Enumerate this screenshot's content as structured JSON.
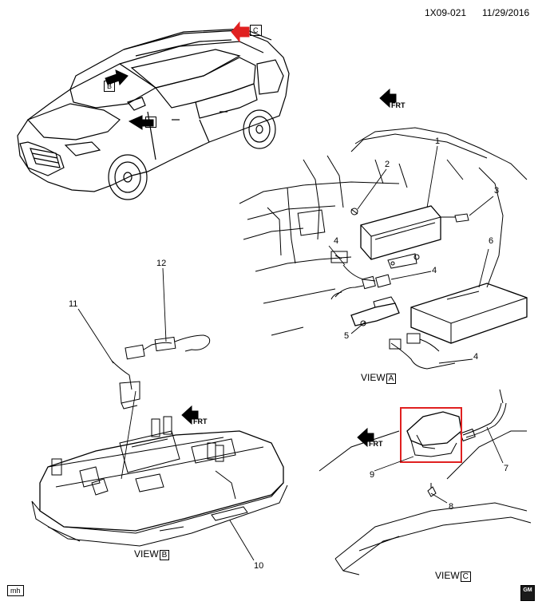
{
  "header": {
    "code": "1X09-021",
    "date": "11/29/2016"
  },
  "view_markers": {
    "a": "A",
    "b": "B",
    "c": "C"
  },
  "view_labels": {
    "a": {
      "prefix": "VIEW",
      "letter": "A"
    },
    "b": {
      "prefix": "VIEW",
      "letter": "B"
    },
    "c": {
      "prefix": "VIEW",
      "letter": "C"
    }
  },
  "forward_label": "FRT",
  "callouts": [
    "1",
    "2",
    "3",
    "4",
    "4",
    "4",
    "5",
    "6",
    "7",
    "8",
    "9",
    "10",
    "11",
    "12"
  ],
  "footer": {
    "author_initials": "mh",
    "brand": "GM"
  },
  "colors": {
    "highlight": "#e02020",
    "arrow_c": "#e02020",
    "line": "#000000"
  }
}
